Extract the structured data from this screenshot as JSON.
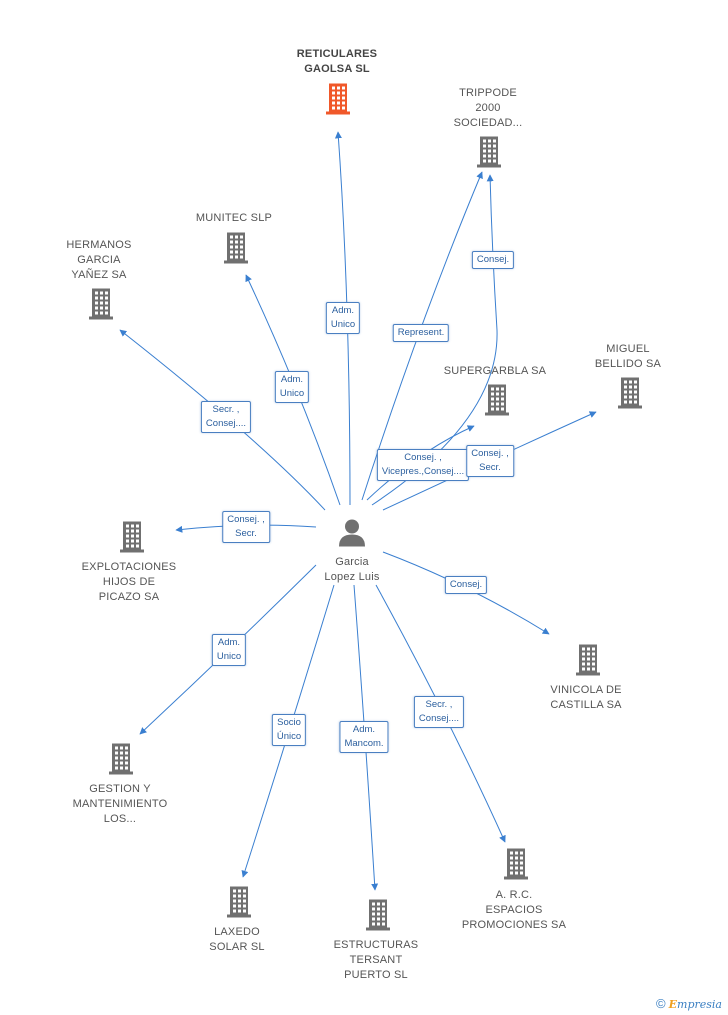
{
  "colors": {
    "edge": "#3a7fd0",
    "building": "#707070",
    "building_highlight": "#f0582a",
    "person": "#707070"
  },
  "center": {
    "name": "Garcia\nLopez Luis",
    "icon": "person-icon"
  },
  "nodes": [
    {
      "id": "reticulares",
      "label": "RETICULARES\nGAOLSA SL",
      "highlight": true,
      "icon": "building-icon"
    },
    {
      "id": "trippode",
      "label": "TRIPPODE\n2000\nSOCIEDAD...",
      "icon": "building-icon"
    },
    {
      "id": "munitec",
      "label": "MUNITEC SLP",
      "icon": "building-icon"
    },
    {
      "id": "hermanos",
      "label": "HERMANOS\nGARCIA\nYAÑEZ SA",
      "icon": "building-icon"
    },
    {
      "id": "supergarbla",
      "label": "SUPERGARBLA SA",
      "icon": "building-icon"
    },
    {
      "id": "miguel",
      "label": "MIGUEL\nBELLIDO SA",
      "icon": "building-icon"
    },
    {
      "id": "explotaciones",
      "label": "EXPLOTACIONES\nHIJOS DE\nPICAZO SA",
      "icon": "building-icon"
    },
    {
      "id": "vinicola",
      "label": "VINICOLA DE\nCASTILLA SA",
      "icon": "building-icon"
    },
    {
      "id": "gestion",
      "label": "GESTION Y\nMANTENIMIENTO\nLOS...",
      "icon": "building-icon"
    },
    {
      "id": "laxedo",
      "label": "LAXEDO\nSOLAR SL",
      "icon": "building-icon"
    },
    {
      "id": "estructuras",
      "label": "ESTRUCTURAS\nTERSANT\nPUERTO SL",
      "icon": "building-icon"
    },
    {
      "id": "arc",
      "label": "A. R.C.\nESPACIOS\nPROMOCIONES SA",
      "icon": "building-icon"
    }
  ],
  "edges": [
    {
      "to": "reticulares",
      "label": "Adm.\nUnico"
    },
    {
      "to": "trippode",
      "label": "Represent."
    },
    {
      "to": "trippode",
      "label": "Consej."
    },
    {
      "to": "munitec",
      "label": "Adm.\nUnico"
    },
    {
      "to": "hermanos",
      "label": "Secr. ,\nConsej...."
    },
    {
      "to": "supergarbla",
      "label": "Consej. ,\nVicepres.,Consej...."
    },
    {
      "to": "miguel",
      "label": "Consej. ,\nSecr."
    },
    {
      "to": "explotaciones",
      "label": "Consej. ,\nSecr."
    },
    {
      "to": "vinicola",
      "label": "Consej."
    },
    {
      "to": "gestion",
      "label": "Adm.\nUnico"
    },
    {
      "to": "laxedo",
      "label": "Socio\nÚnico"
    },
    {
      "to": "estructuras",
      "label": "Adm.\nMancom."
    },
    {
      "to": "arc",
      "label": "Secr. ,\nConsej...."
    }
  ],
  "footer": {
    "copyright": "©",
    "brand_first": "E",
    "brand_rest": "mpresia"
  }
}
